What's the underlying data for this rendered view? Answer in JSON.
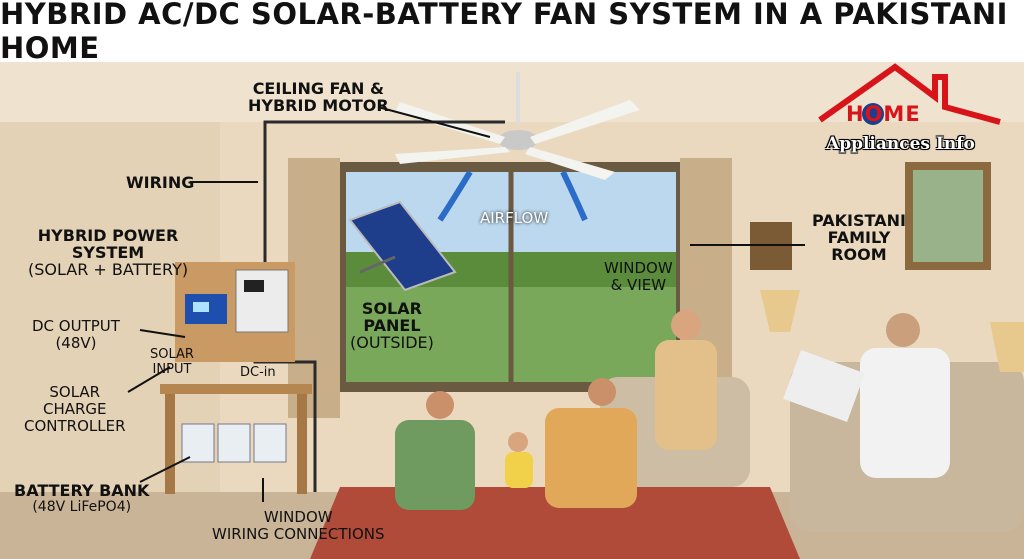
{
  "title": "HYBRID AC/DC SOLAR-BATTERY FAN SYSTEM IN A PAKISTANI HOME",
  "logo": {
    "home": "HOME",
    "sub": "Appliances Info"
  },
  "labels": {
    "fan": [
      "CEILING FAN &",
      "HYBRID MOTOR"
    ],
    "wiring": "WIRING",
    "hybrid": [
      "HYBRID POWER",
      "SYSTEM",
      "(SOLAR + BATTERY)"
    ],
    "dc_output": [
      "DC OUTPUT",
      "(48V)"
    ],
    "solar_input": [
      "SOLAR",
      "INPUT"
    ],
    "dc_in": "DC-in",
    "charge_controller": [
      "SOLAR",
      "CHARGE",
      "CONTROLLER"
    ],
    "battery": [
      "BATTERY BANK",
      "(48V LiFePO4)"
    ],
    "window_wiring": [
      "WINDOW",
      "WIRING CONNECTIONS"
    ],
    "airflow": "AIRFLOW",
    "solar_panel": [
      "SOLAR",
      "PANEL",
      "(OUTSIDE)"
    ],
    "window_view": [
      "WINDOW",
      "& VIEW"
    ],
    "family_room": [
      "PAKISTANI",
      "FAMILY",
      "ROOM"
    ]
  },
  "colors": {
    "logo_red": "#d8141b",
    "logo_blue": "#1a3f8f",
    "wall": "#ecdcc4",
    "wire": "#2a2a2a"
  }
}
